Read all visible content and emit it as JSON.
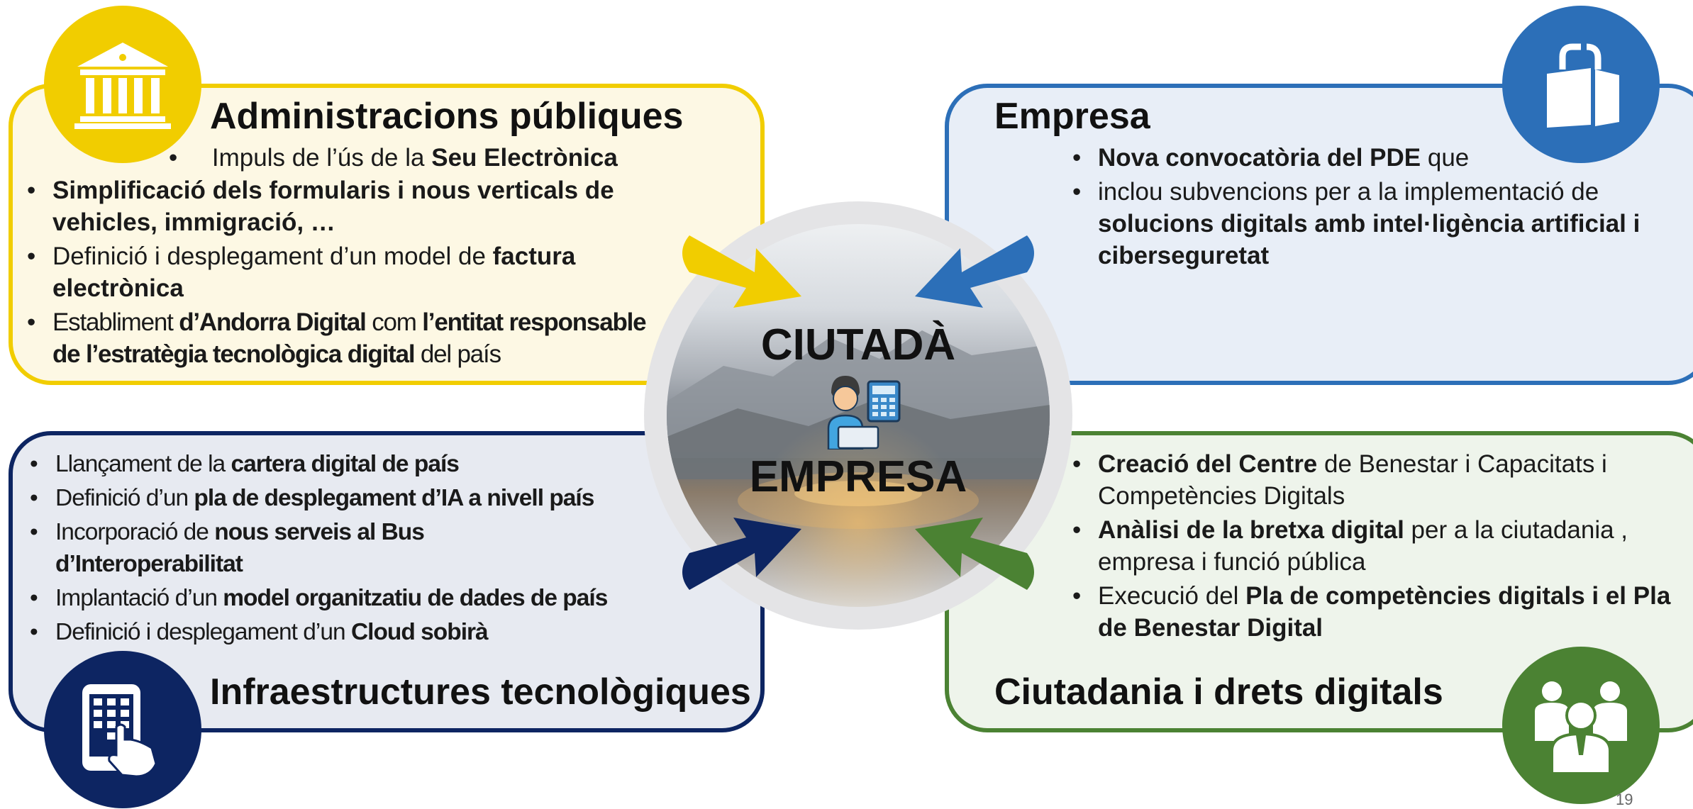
{
  "center": {
    "line1": "CIUTADÀ",
    "line2": "EMPRESA"
  },
  "admin": {
    "title": "Administracions públiques",
    "color": "#f1cd00",
    "icon": "government-building-icon",
    "first_line": {
      "plain": "Impuls de l’ús de la ",
      "bold": "Seu Electrònica"
    },
    "items": [
      {
        "bold": "Simplificació dels formularis i nous verticals de vehicles, immigració, …"
      },
      {
        "plain": "Definició i desplegament d’un model de ",
        "bold": "factura electrònica"
      },
      {
        "plain1": "Establiment ",
        "bold1": "d’Andorra Digital",
        "plain2": " com ",
        "bold2": "l’entitat responsable de l’estratègia tecnològica  digital",
        "plain3": " del país"
      }
    ]
  },
  "empresa": {
    "title": "Empresa",
    "color": "#2c6fb8",
    "icon": "briefcase-icon",
    "items": [
      {
        "bold": "Nova convocatòria del PDE",
        "plain": " que"
      },
      {
        "plain": "inclou subvencions per a la implementació de ",
        "bold": "solucions digitals amb intel·ligència artificial i ciberseguretat"
      }
    ]
  },
  "infra": {
    "title": "Infraestructures tecnològiques",
    "color": "#0d2562",
    "icon": "tablet-touch-icon",
    "items": [
      {
        "plain": "Llançament de la ",
        "bold": "cartera digital de país"
      },
      {
        "plain": "Definició d’un ",
        "bold": "pla de desplegament d’IA a nivell país"
      },
      {
        "plain": "Incorporació de ",
        "bold": "nous serveis al Bus d’Interoperabilitat"
      },
      {
        "plain": "Implantació d’un ",
        "bold": "model organitzatiu de dades de país"
      },
      {
        "plain": "Definició i desplegament d’un ",
        "bold": "Cloud sobirà"
      }
    ]
  },
  "ciutadania": {
    "title": "Ciutadania i drets digitals",
    "color": "#4b8233",
    "icon": "people-group-icon",
    "items": [
      {
        "bold": "Creació del Centre",
        "plain": " de Benestar i Capacitats i Competències Digitals"
      },
      {
        "bold": "Anàlisi de la bretxa digital",
        "plain": " per a la ciutadania , empresa i funció pública"
      },
      {
        "plain": "Execució del ",
        "bold": "Pla de competències digitals i el Pla de Benestar Digital"
      }
    ]
  },
  "page_number": "19"
}
